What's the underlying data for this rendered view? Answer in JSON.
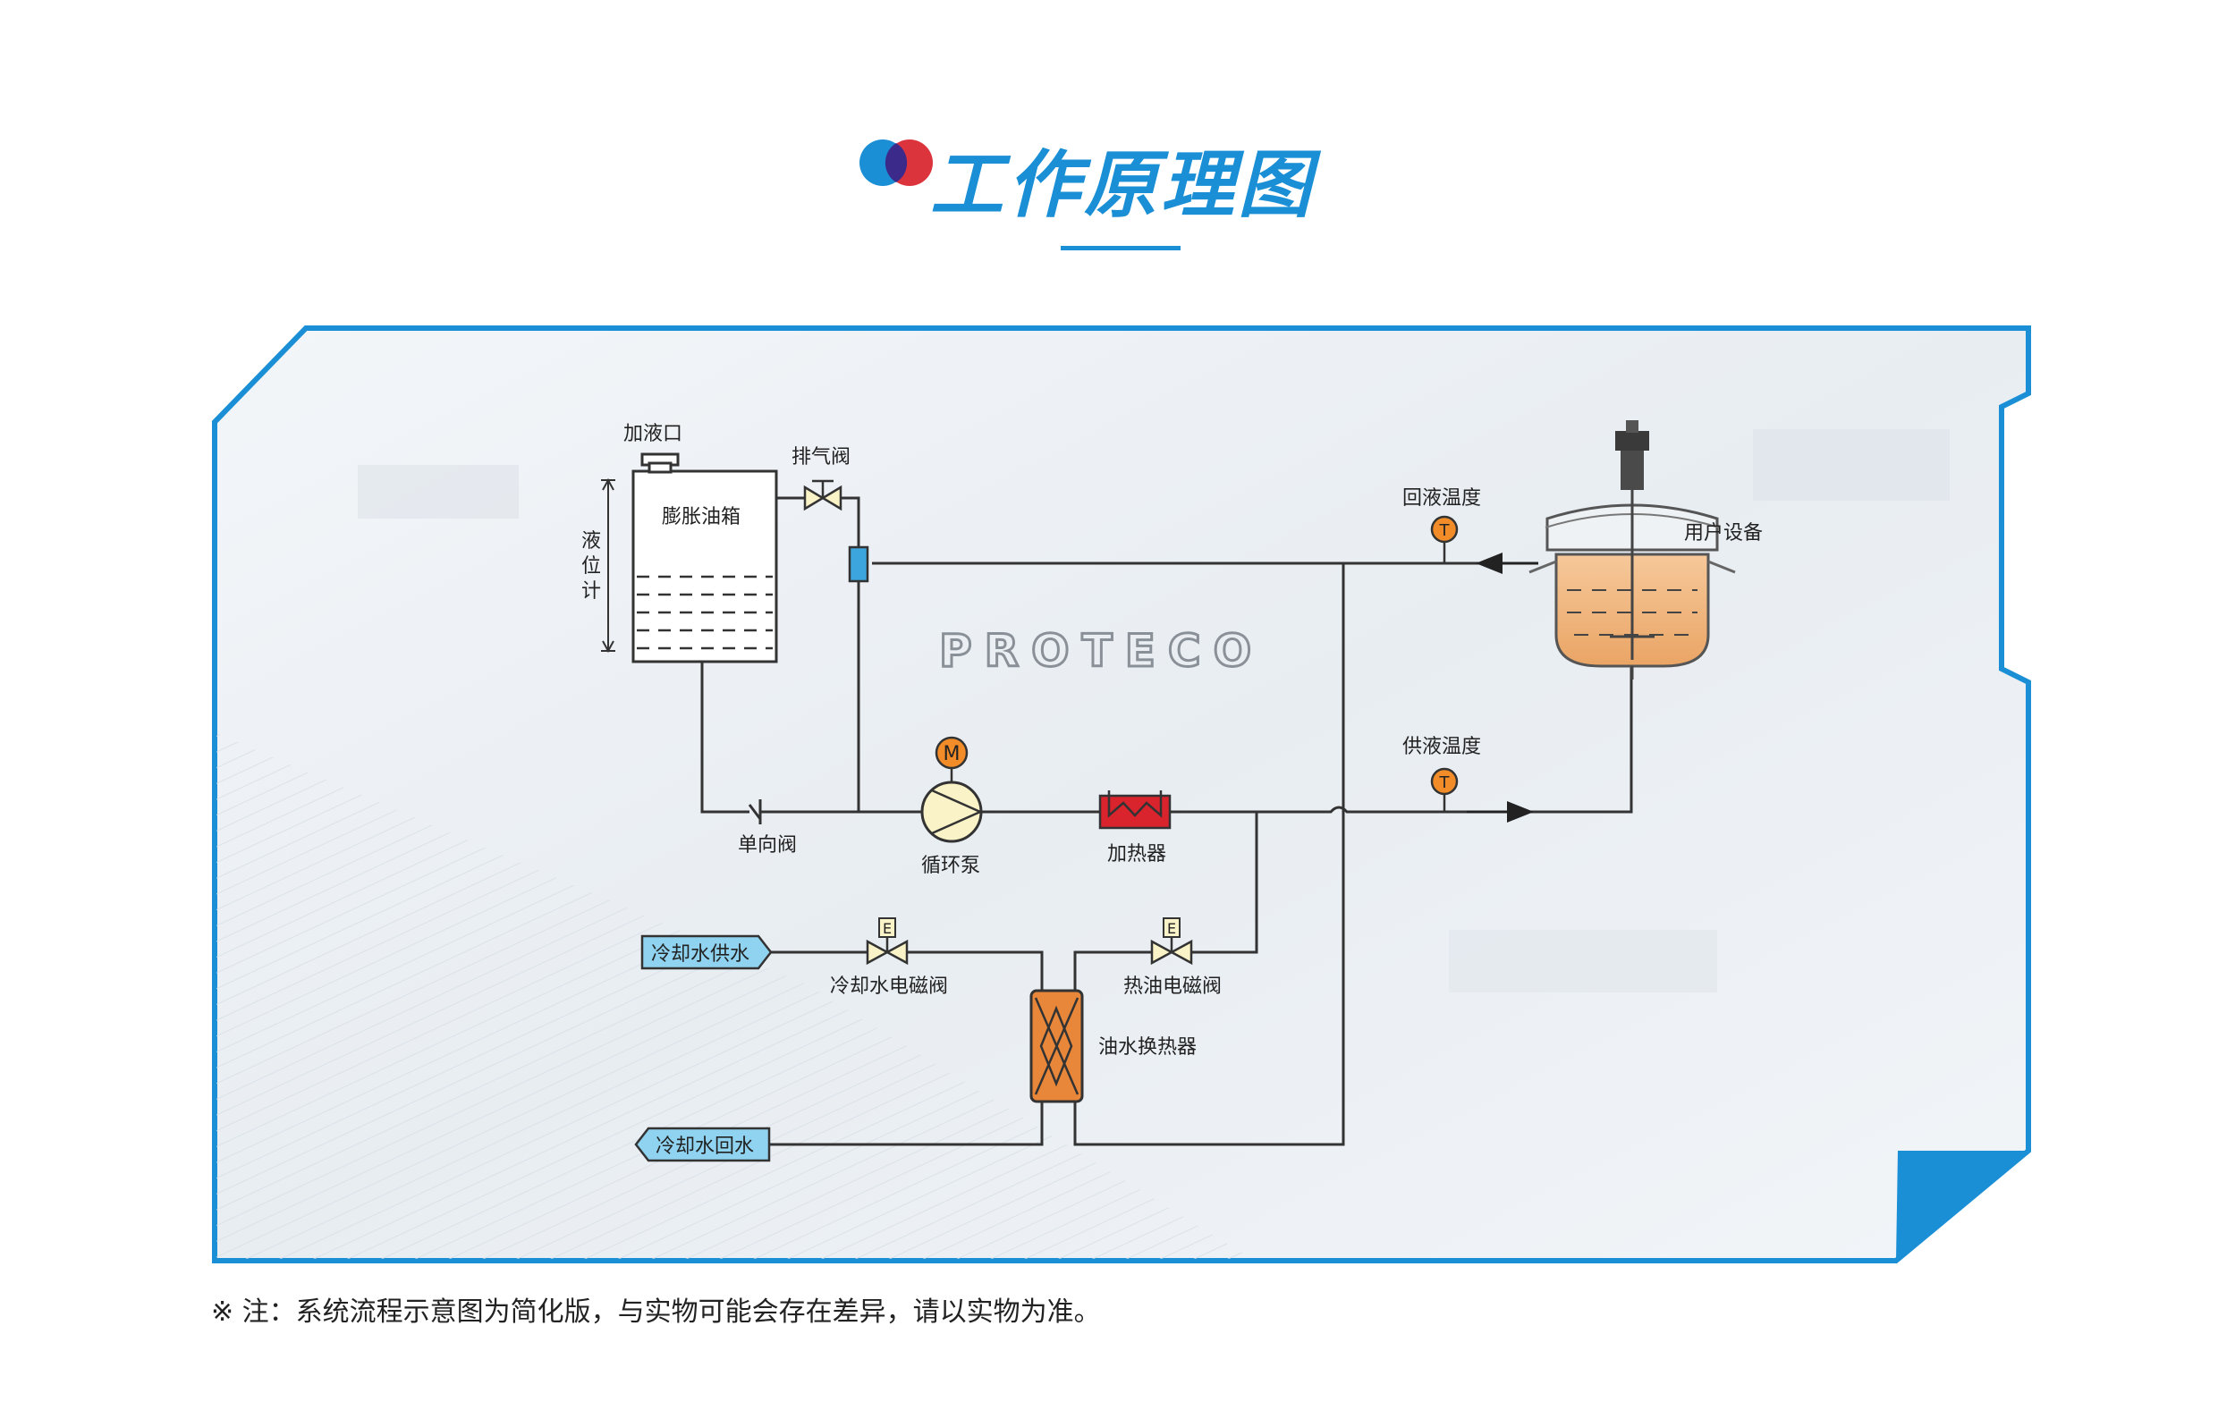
{
  "page_title": "工作原理图",
  "brand_watermark": "PROTECO",
  "labels": {
    "fill_port": "加液口",
    "vent_valve": "排气阀",
    "expansion_tank": "膨胀油箱",
    "level_gauge_1": "液",
    "level_gauge_2": "位",
    "level_gauge_3": "计",
    "return_temp": "回液温度",
    "user_equipment": "用户设备",
    "supply_temp": "供液温度",
    "check_valve": "单向阀",
    "circulation_pump": "循环泵",
    "heater": "加热器",
    "cooling_water_supply": "冷却水供水",
    "cooling_water_return": "冷却水回水",
    "cooling_solenoid_valve": "冷却水电磁阀",
    "hot_oil_solenoid_valve": "热油电磁阀",
    "oil_water_exchanger": "油水换热器",
    "motor_symbol": "M",
    "temp_symbol_1": "T",
    "temp_symbol_2": "T",
    "solenoid_symbol_1": "E",
    "solenoid_symbol_2": "E"
  },
  "footnote": "※ 注：系统流程示意图为简化版，与实物可能会存在差异，请以实物为准。",
  "colors": {
    "accent_blue": "#1a8fd6",
    "accent_red": "#d9232d",
    "pipe": "#333333",
    "tag_fill": "#8fd3f0",
    "heater": "#d9232d",
    "exchanger": "#e8873a",
    "sensor": "#f28c28",
    "pump": "#fbf3c8"
  }
}
